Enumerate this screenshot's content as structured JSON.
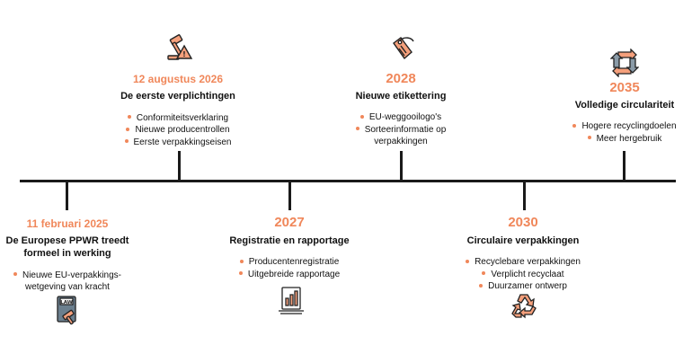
{
  "colors": {
    "accent": "#f0875a",
    "line": "#1a1a1a",
    "icon_fill": "#f5a07c",
    "icon_dark": "#222222"
  },
  "events": [
    {
      "date": "11 februari 2025",
      "title_lines": [
        "De Europese PPWR treedt",
        "formeel in werking"
      ],
      "bullets": [
        "Nieuwe EU-verpakkings-",
        "wetgeving van kracht"
      ],
      "icon": "law-book-gavel-icon"
    },
    {
      "date": "12 augustus 2026",
      "title_lines": [
        "De eerste verplichtingen"
      ],
      "bullets": [
        "Conformiteitsverklaring",
        "Nieuwe producentrollen",
        "Eerste verpakkingseisen"
      ],
      "icon": "gavel-warning-icon"
    },
    {
      "date": "2027",
      "title_lines": [
        "Registratie en rapportage"
      ],
      "bullets": [
        "Producentenregistratie",
        "Uitgebreide rapportage"
      ],
      "icon": "report-chart-icon"
    },
    {
      "date": "2028",
      "title_lines": [
        "Nieuwe etikettering"
      ],
      "bullets": [
        "EU-weggooilogo's",
        "Sorteerinformatie op",
        "verpakkingen"
      ],
      "icon": "price-tag-icon"
    },
    {
      "date": "2030",
      "title_lines": [
        "Circulaire verpakkingen"
      ],
      "bullets": [
        "Recyclebare verpakkingen",
        "Verplicht recyclaat",
        "Duurzamer ontwerp"
      ],
      "icon": "recycle-icon"
    },
    {
      "date": "2035",
      "title_lines": [
        "Volledige circulariteit"
      ],
      "bullets": [
        "Hogere recyclingdoelen",
        "Meer hergebruik"
      ],
      "icon": "circular-arrows-icon"
    }
  ],
  "icon_labels": {
    "law_book": "LAW"
  }
}
